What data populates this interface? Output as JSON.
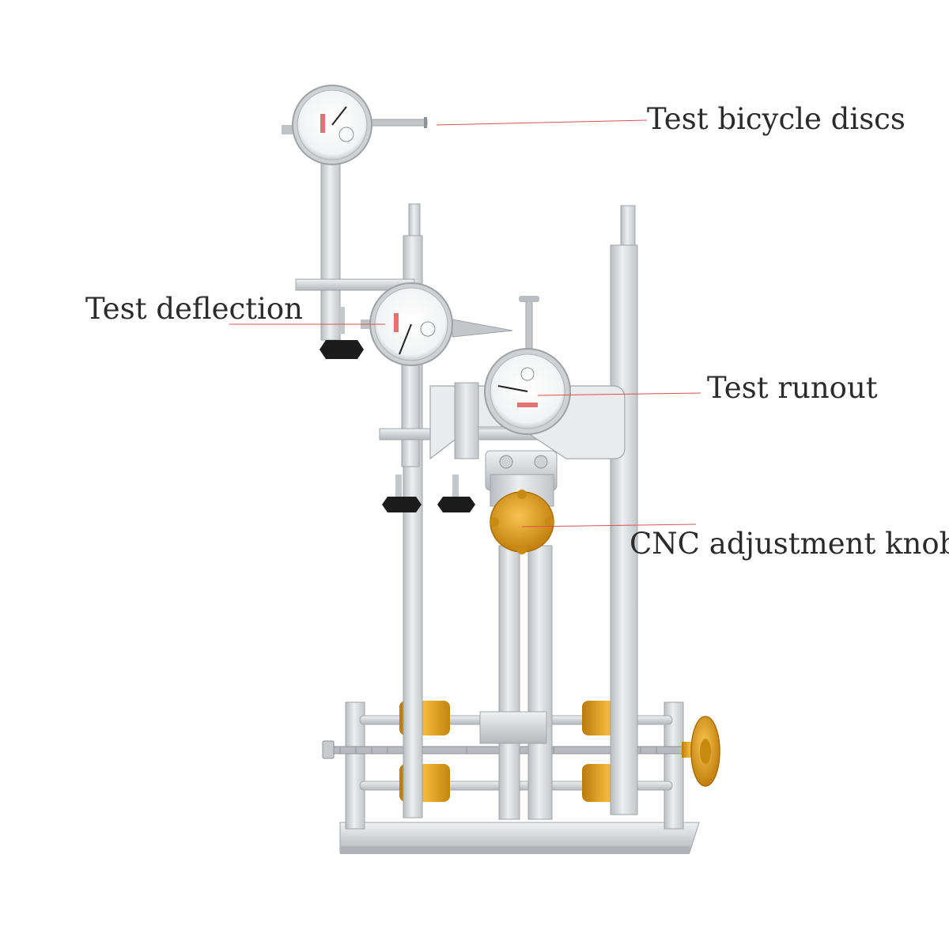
{
  "annotations": {
    "discs": "Test bicycle discs",
    "deflection": "Test deflection",
    "runout": "Test runout",
    "knob": "CNC adjustment knob"
  },
  "colors": {
    "background": "#ffffff",
    "frame": "#d6d8da",
    "frame_shadow": "#a9adb1",
    "anodized_gold": "#e5a21c",
    "leader_line": "#d9534f",
    "text": "#2b2b2b",
    "knob_black": "#1c1c1c"
  }
}
